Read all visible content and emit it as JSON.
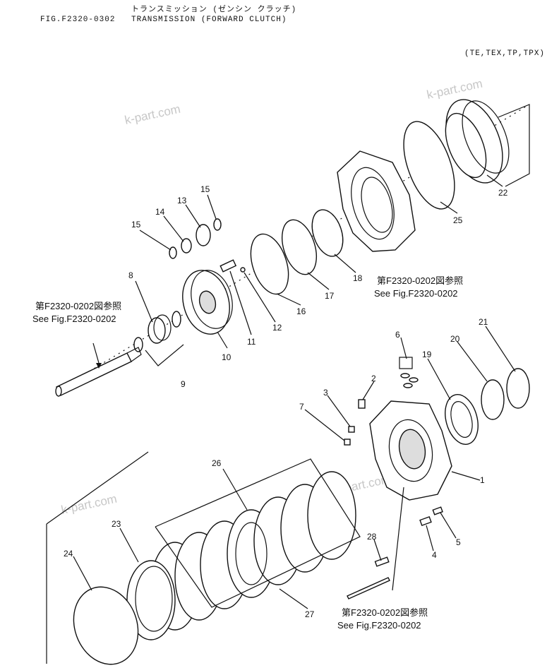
{
  "header": {
    "subtitle_jp": "トランスミッション (ゼンシン クラッチ)",
    "fig_number": "FIG.F2320-0302",
    "title": "TRANSMISSION (FORWARD CLUTCH)",
    "models": "(TE,TEX,TP,TPX)"
  },
  "watermarks": [
    "k-part.com",
    "k-part.com",
    "k-part.com",
    "k-part.com"
  ],
  "references": [
    {
      "jp": "第F2320-0202図参照",
      "en": "See Fig.F2320-0202"
    },
    {
      "jp": "第F2320-0202図参照",
      "en": "See Fig.F2320-0202"
    },
    {
      "jp": "第F2320-0202図参照",
      "en": "See Fig.F2320-0202"
    }
  ],
  "callouts": [
    "15",
    "14",
    "13",
    "15",
    "8",
    "9",
    "10",
    "11",
    "12",
    "16",
    "17",
    "18",
    "25",
    "22",
    "6",
    "2",
    "3",
    "7",
    "19",
    "20",
    "21",
    "1",
    "5",
    "4",
    "28",
    "26",
    "23",
    "24",
    "27"
  ]
}
